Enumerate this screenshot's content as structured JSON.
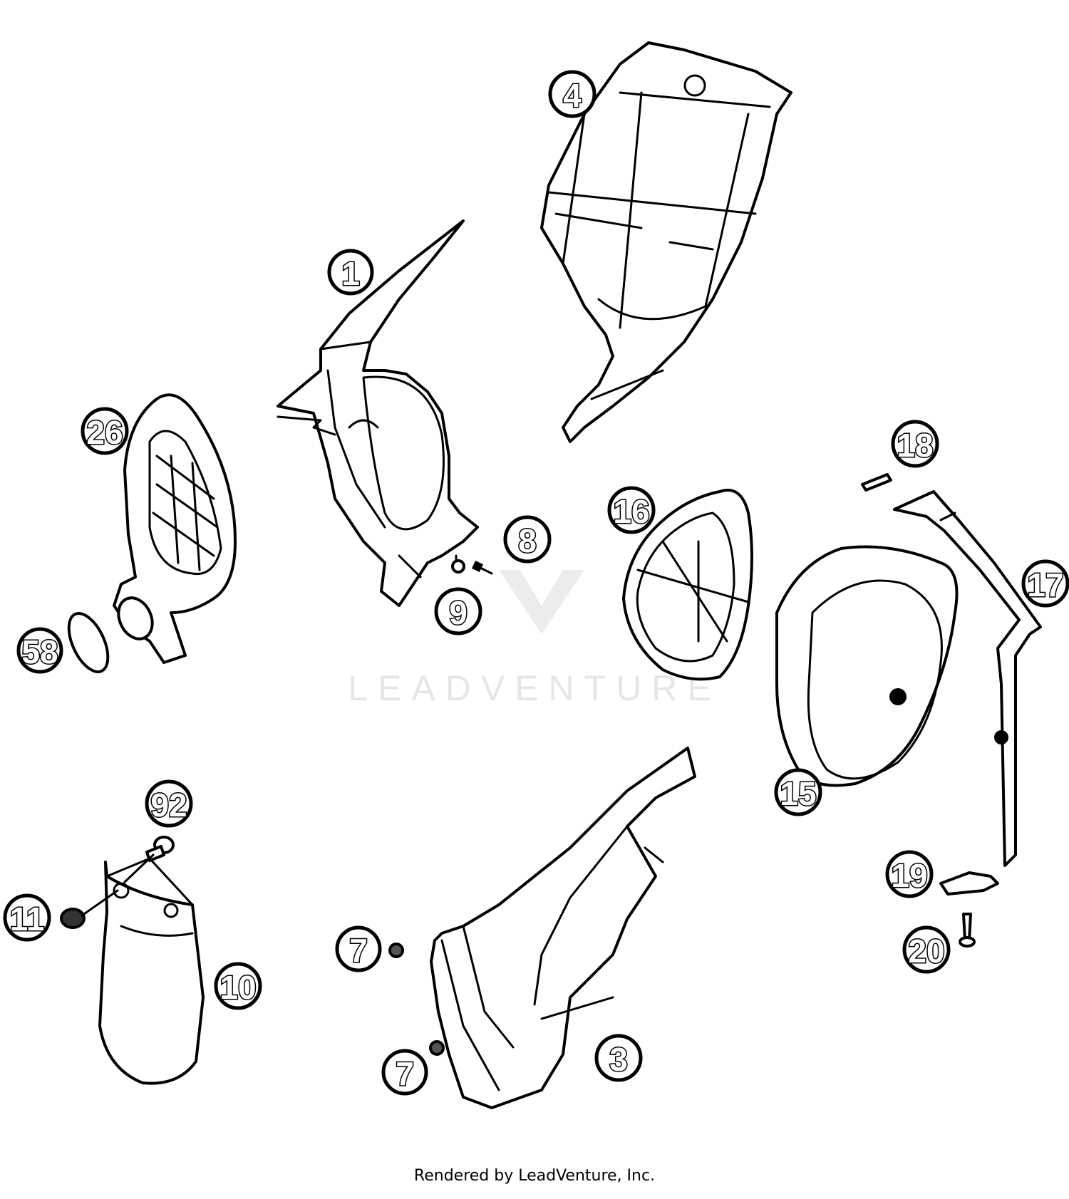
{
  "watermark": {
    "text": "LEADVENTURE",
    "color": "#e6e6e6"
  },
  "footer": {
    "text": "Rendered by LeadVenture, Inc."
  },
  "callouts": {
    "c1": "1",
    "c3": "3",
    "c4": "4",
    "c7a": "7",
    "c7b": "7",
    "c8": "8",
    "c9": "9",
    "c10": "10",
    "c11": "11",
    "c15": "15",
    "c16": "16",
    "c17": "17",
    "c18": "18",
    "c19": "19",
    "c20": "20",
    "c26": "26",
    "c58": "58",
    "c92": "92"
  }
}
